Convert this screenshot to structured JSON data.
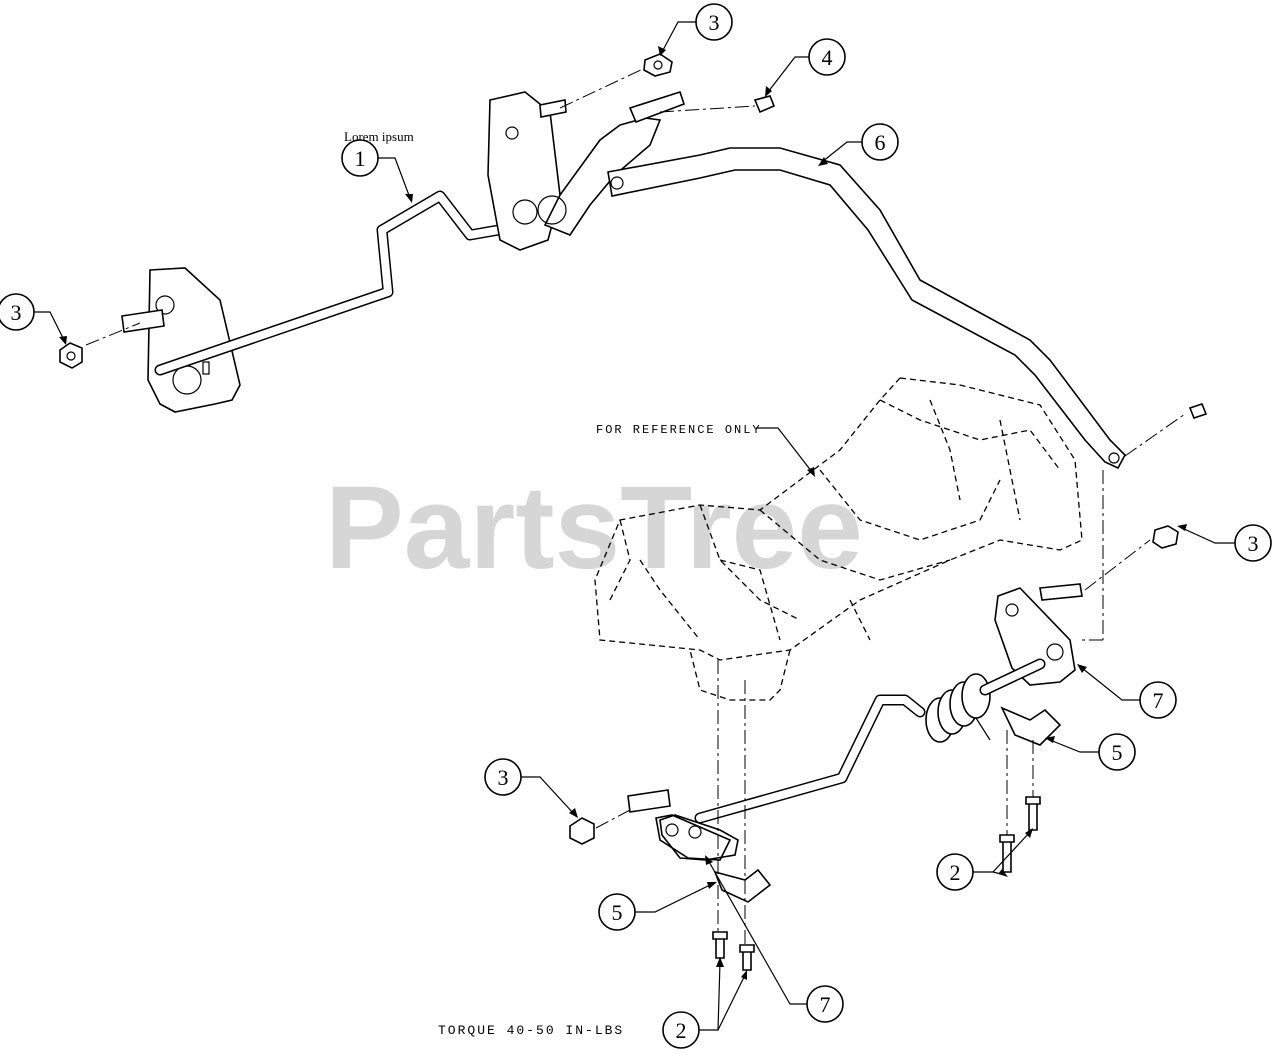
{
  "watermark": "PartsTree",
  "notes": {
    "reference": "FOR REFERENCE ONLY",
    "torque": "TORQUE 40-50 IN-LBS",
    "label_1": "Lorem ipsum"
  },
  "callouts": [
    {
      "id": "c3a",
      "label": "3"
    },
    {
      "id": "c4",
      "label": "4"
    },
    {
      "id": "c1",
      "label": "1"
    },
    {
      "id": "c6",
      "label": "6"
    },
    {
      "id": "c3b",
      "label": "3"
    },
    {
      "id": "c3c",
      "label": "3"
    },
    {
      "id": "c7a",
      "label": "7"
    },
    {
      "id": "c5a",
      "label": "5"
    },
    {
      "id": "c3d",
      "label": "3"
    },
    {
      "id": "c2a",
      "label": "2"
    },
    {
      "id": "c5b",
      "label": "5"
    },
    {
      "id": "c7b",
      "label": "7"
    },
    {
      "id": "c2b",
      "label": "2"
    }
  ]
}
